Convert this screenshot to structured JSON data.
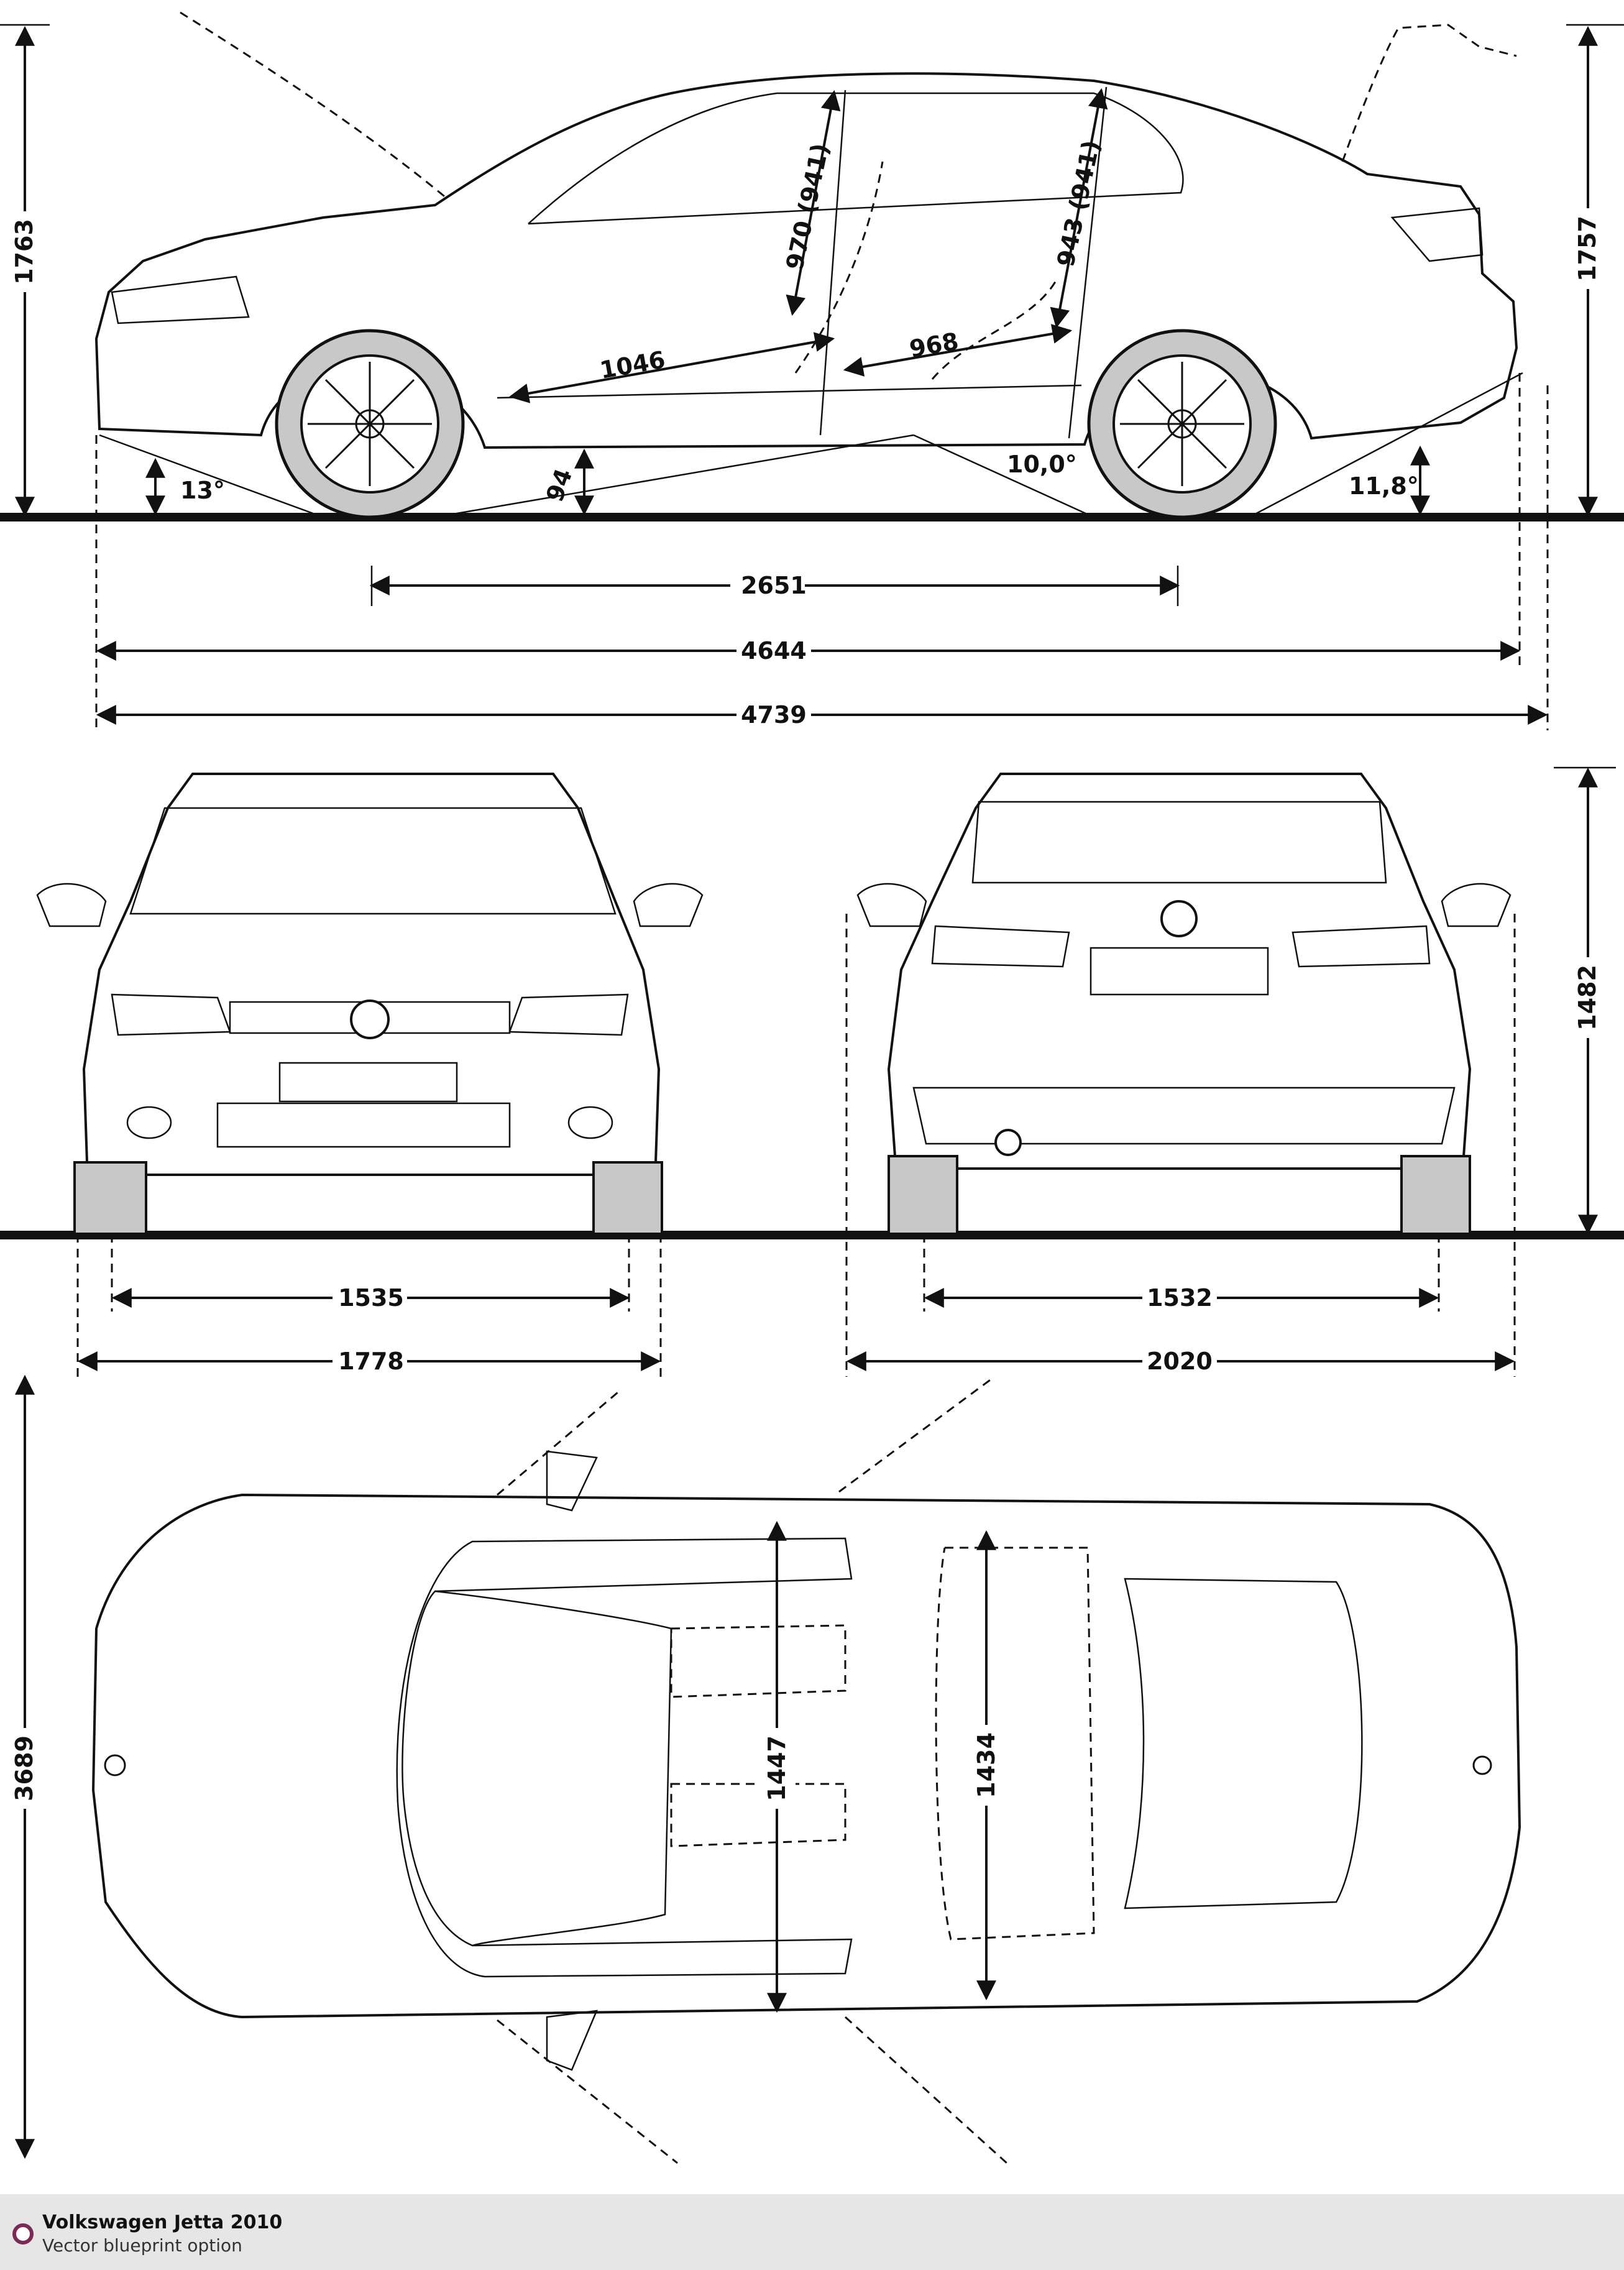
{
  "footer": {
    "title": "Volkswagen Jetta 2010",
    "subtitle": "Vector blueprint option"
  },
  "colors": {
    "accent": "#7a2a55",
    "line": "#111111",
    "tire": "#c8c8c8",
    "footer_bg": "#e6e6e6"
  },
  "side_view": {
    "height_front": "1763",
    "height_rear": "1757",
    "approach_angle": "13°",
    "ground_clearance": "94",
    "breakover_angle": "10,0°",
    "departure_angle": "11,8°",
    "front_headroom": "970 (941)",
    "rear_headroom": "943 (941)",
    "front_legroom": "1046",
    "rear_legroom": "968",
    "wheelbase": "2651",
    "length": "4644",
    "length_overall": "4739"
  },
  "front_view": {
    "front_track": "1535",
    "width": "1778"
  },
  "rear_view": {
    "height": "1482",
    "rear_track": "1532",
    "width_mirrors": "2020"
  },
  "top_view": {
    "length_top": "3689",
    "front_shoulder": "1447",
    "rear_shoulder": "1434"
  }
}
